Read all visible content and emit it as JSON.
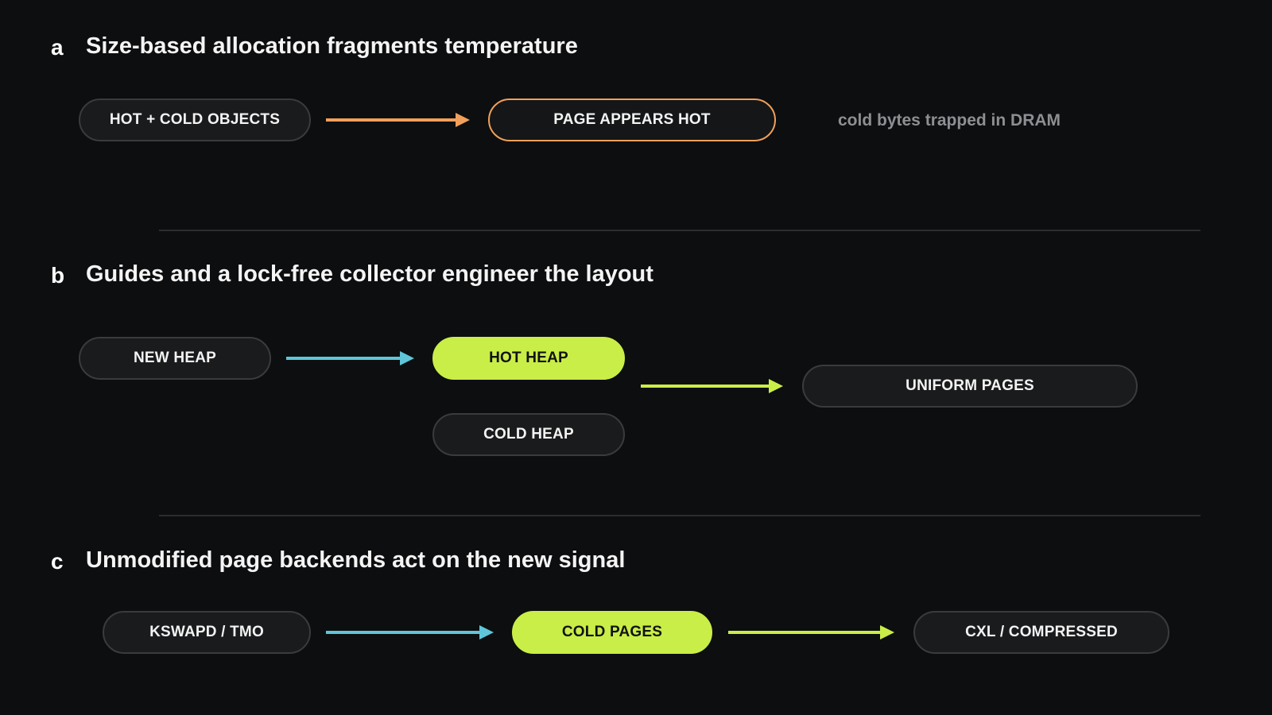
{
  "colors": {
    "background": "#0d0e10",
    "orange": "#f0a05a",
    "cyan": "#5ec6d8",
    "lime": "#c9ee48"
  },
  "panels": [
    {
      "letter": "a",
      "title": "Size-based allocation fragments temperature",
      "nodes": [
        "HOT + COLD OBJECTS",
        "PAGE APPEARS HOT"
      ],
      "note": "cold bytes trapped in DRAM"
    },
    {
      "letter": "b",
      "title": "Guides and a lock-free collector engineer the layout",
      "nodes": [
        "NEW HEAP",
        "HOT HEAP",
        "COLD HEAP",
        "UNIFORM PAGES"
      ]
    },
    {
      "letter": "c",
      "title": "Unmodified page backends act on the new signal",
      "nodes": [
        "KSWAPD / TMO",
        "COLD PAGES",
        "CXL / COMPRESSED"
      ]
    }
  ]
}
